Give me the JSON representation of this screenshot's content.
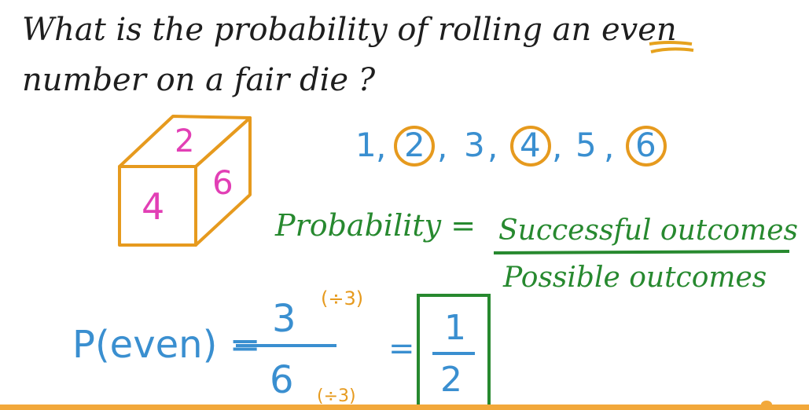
{
  "question": {
    "line1": "What is the probability of rolling an even",
    "line2": "number on a fair die ?"
  },
  "die": {
    "top_face": "2",
    "front_face": "4",
    "side_face": "6"
  },
  "outcomes": {
    "values": [
      "1",
      "2",
      "3",
      "4",
      "5",
      "6"
    ],
    "circled": [
      "2",
      "4",
      "6"
    ]
  },
  "formula": {
    "lhs": "Probability =",
    "numerator": "Successful outcomes",
    "denominator": "Possible outcomes"
  },
  "calculation": {
    "lhs": "P(even) =",
    "numerator": "3",
    "denominator": "6",
    "simplify_top": "(÷3)",
    "simplify_bottom": "(÷3)",
    "equals": "=",
    "result_numerator": "1",
    "result_denominator": "2"
  },
  "colors": {
    "ink": "#1e1e1e",
    "blue": "#3a8fd0",
    "green": "#27892f",
    "orange": "#e69a1e",
    "pink": "#e23fb5"
  }
}
